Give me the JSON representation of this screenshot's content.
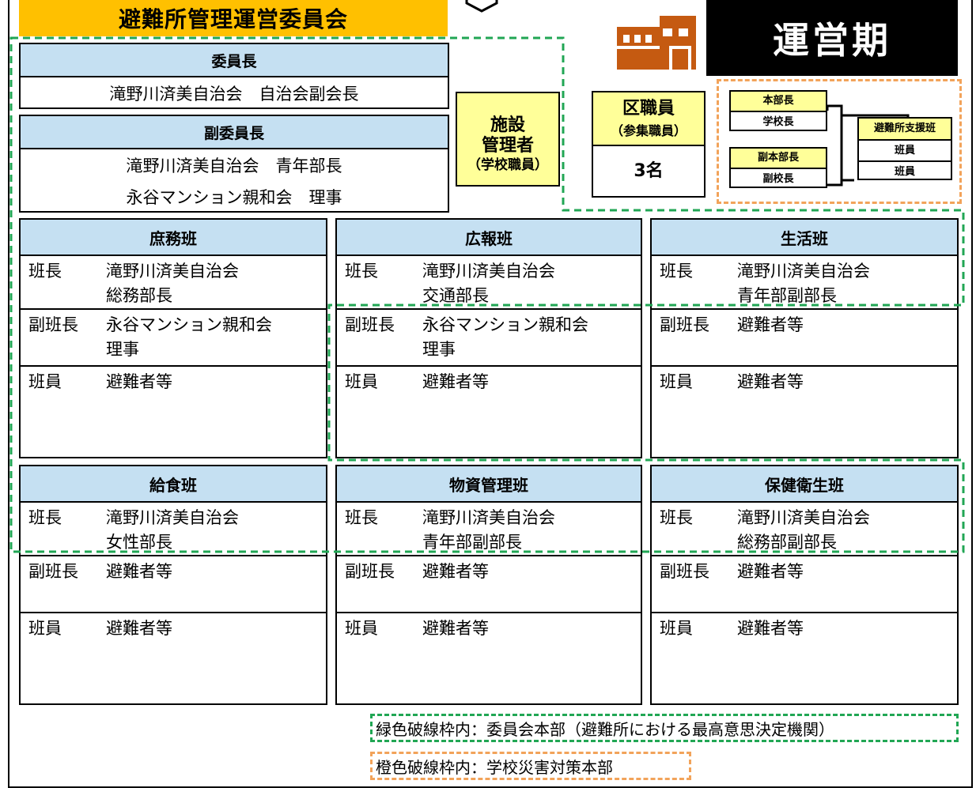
{
  "header": {
    "committee_title": "避難所管理運営委員会",
    "phase_label": "運営期"
  },
  "leadership": {
    "chair": {
      "title": "委員長",
      "members": [
        "滝野川済美自治会　自治会副会長"
      ]
    },
    "vice_chair": {
      "title": "副委員長",
      "members": [
        "滝野川済美自治会　青年部長",
        "永谷マンション親和会　理事"
      ]
    }
  },
  "facility_manager": {
    "line1": "施設",
    "line2": "管理者",
    "line3": "（学校職員）"
  },
  "ward_staff": {
    "line1": "区職員",
    "line2": "（参集職員）",
    "count": "3名"
  },
  "school_hq": {
    "chief": "本部長",
    "chief_member": "学校長",
    "vice_chief": "副本部長",
    "vice_chief_member": "副校長",
    "support_team": "避難所支援班",
    "support_members": [
      "班員",
      "班員"
    ]
  },
  "sections": [
    {
      "name": "庶務班",
      "leader_role": "班長",
      "leader": [
        "滝野川済美自治会",
        "総務部長"
      ],
      "vice_role": "副班長",
      "vice": [
        "永谷マンション親和会",
        "理事"
      ],
      "member_role": "班員",
      "members": "避難者等"
    },
    {
      "name": "広報班",
      "leader_role": "班長",
      "leader": [
        "滝野川済美自治会",
        "交通部長"
      ],
      "vice_role": "副班長",
      "vice": [
        "永谷マンション親和会",
        "理事"
      ],
      "member_role": "班員",
      "members": "避難者等"
    },
    {
      "name": "生活班",
      "leader_role": "班長",
      "leader": [
        "滝野川済美自治会",
        "青年部副部長"
      ],
      "vice_role": "副班長",
      "vice": [
        "避難者等",
        ""
      ],
      "member_role": "班員",
      "members": "避難者等"
    },
    {
      "name": "給食班",
      "leader_role": "班長",
      "leader": [
        "滝野川済美自治会",
        "女性部長"
      ],
      "vice_role": "副班長",
      "vice": [
        "避難者等",
        ""
      ],
      "member_role": "班員",
      "members": "避難者等"
    },
    {
      "name": "物資管理班",
      "leader_role": "班長",
      "leader": [
        "滝野川済美自治会",
        "青年部副部長"
      ],
      "vice_role": "副班長",
      "vice": [
        "避難者等",
        ""
      ],
      "member_role": "班員",
      "members": "避難者等"
    },
    {
      "name": "保健衛生班",
      "leader_role": "班長",
      "leader": [
        "滝野川済美自治会",
        "総務部副部長"
      ],
      "vice_role": "副班長",
      "vice": [
        "避難者等",
        ""
      ],
      "member_role": "班員",
      "members": "避難者等"
    }
  ],
  "legend": {
    "green": "緑色破線枠内：委員会本部（避難所における最高意思決定機関）",
    "orange": "橙色破線枠内：学校災害対策本部"
  },
  "colors": {
    "title_bar": "#ffc000",
    "header_fill": "#c5e0f2",
    "highlight_fill": "#ffff99",
    "green_dash": "#21a654",
    "orange_dash": "#f2a35a",
    "building_icon": "#c55a11"
  },
  "icons": {
    "building": "building-icon"
  }
}
